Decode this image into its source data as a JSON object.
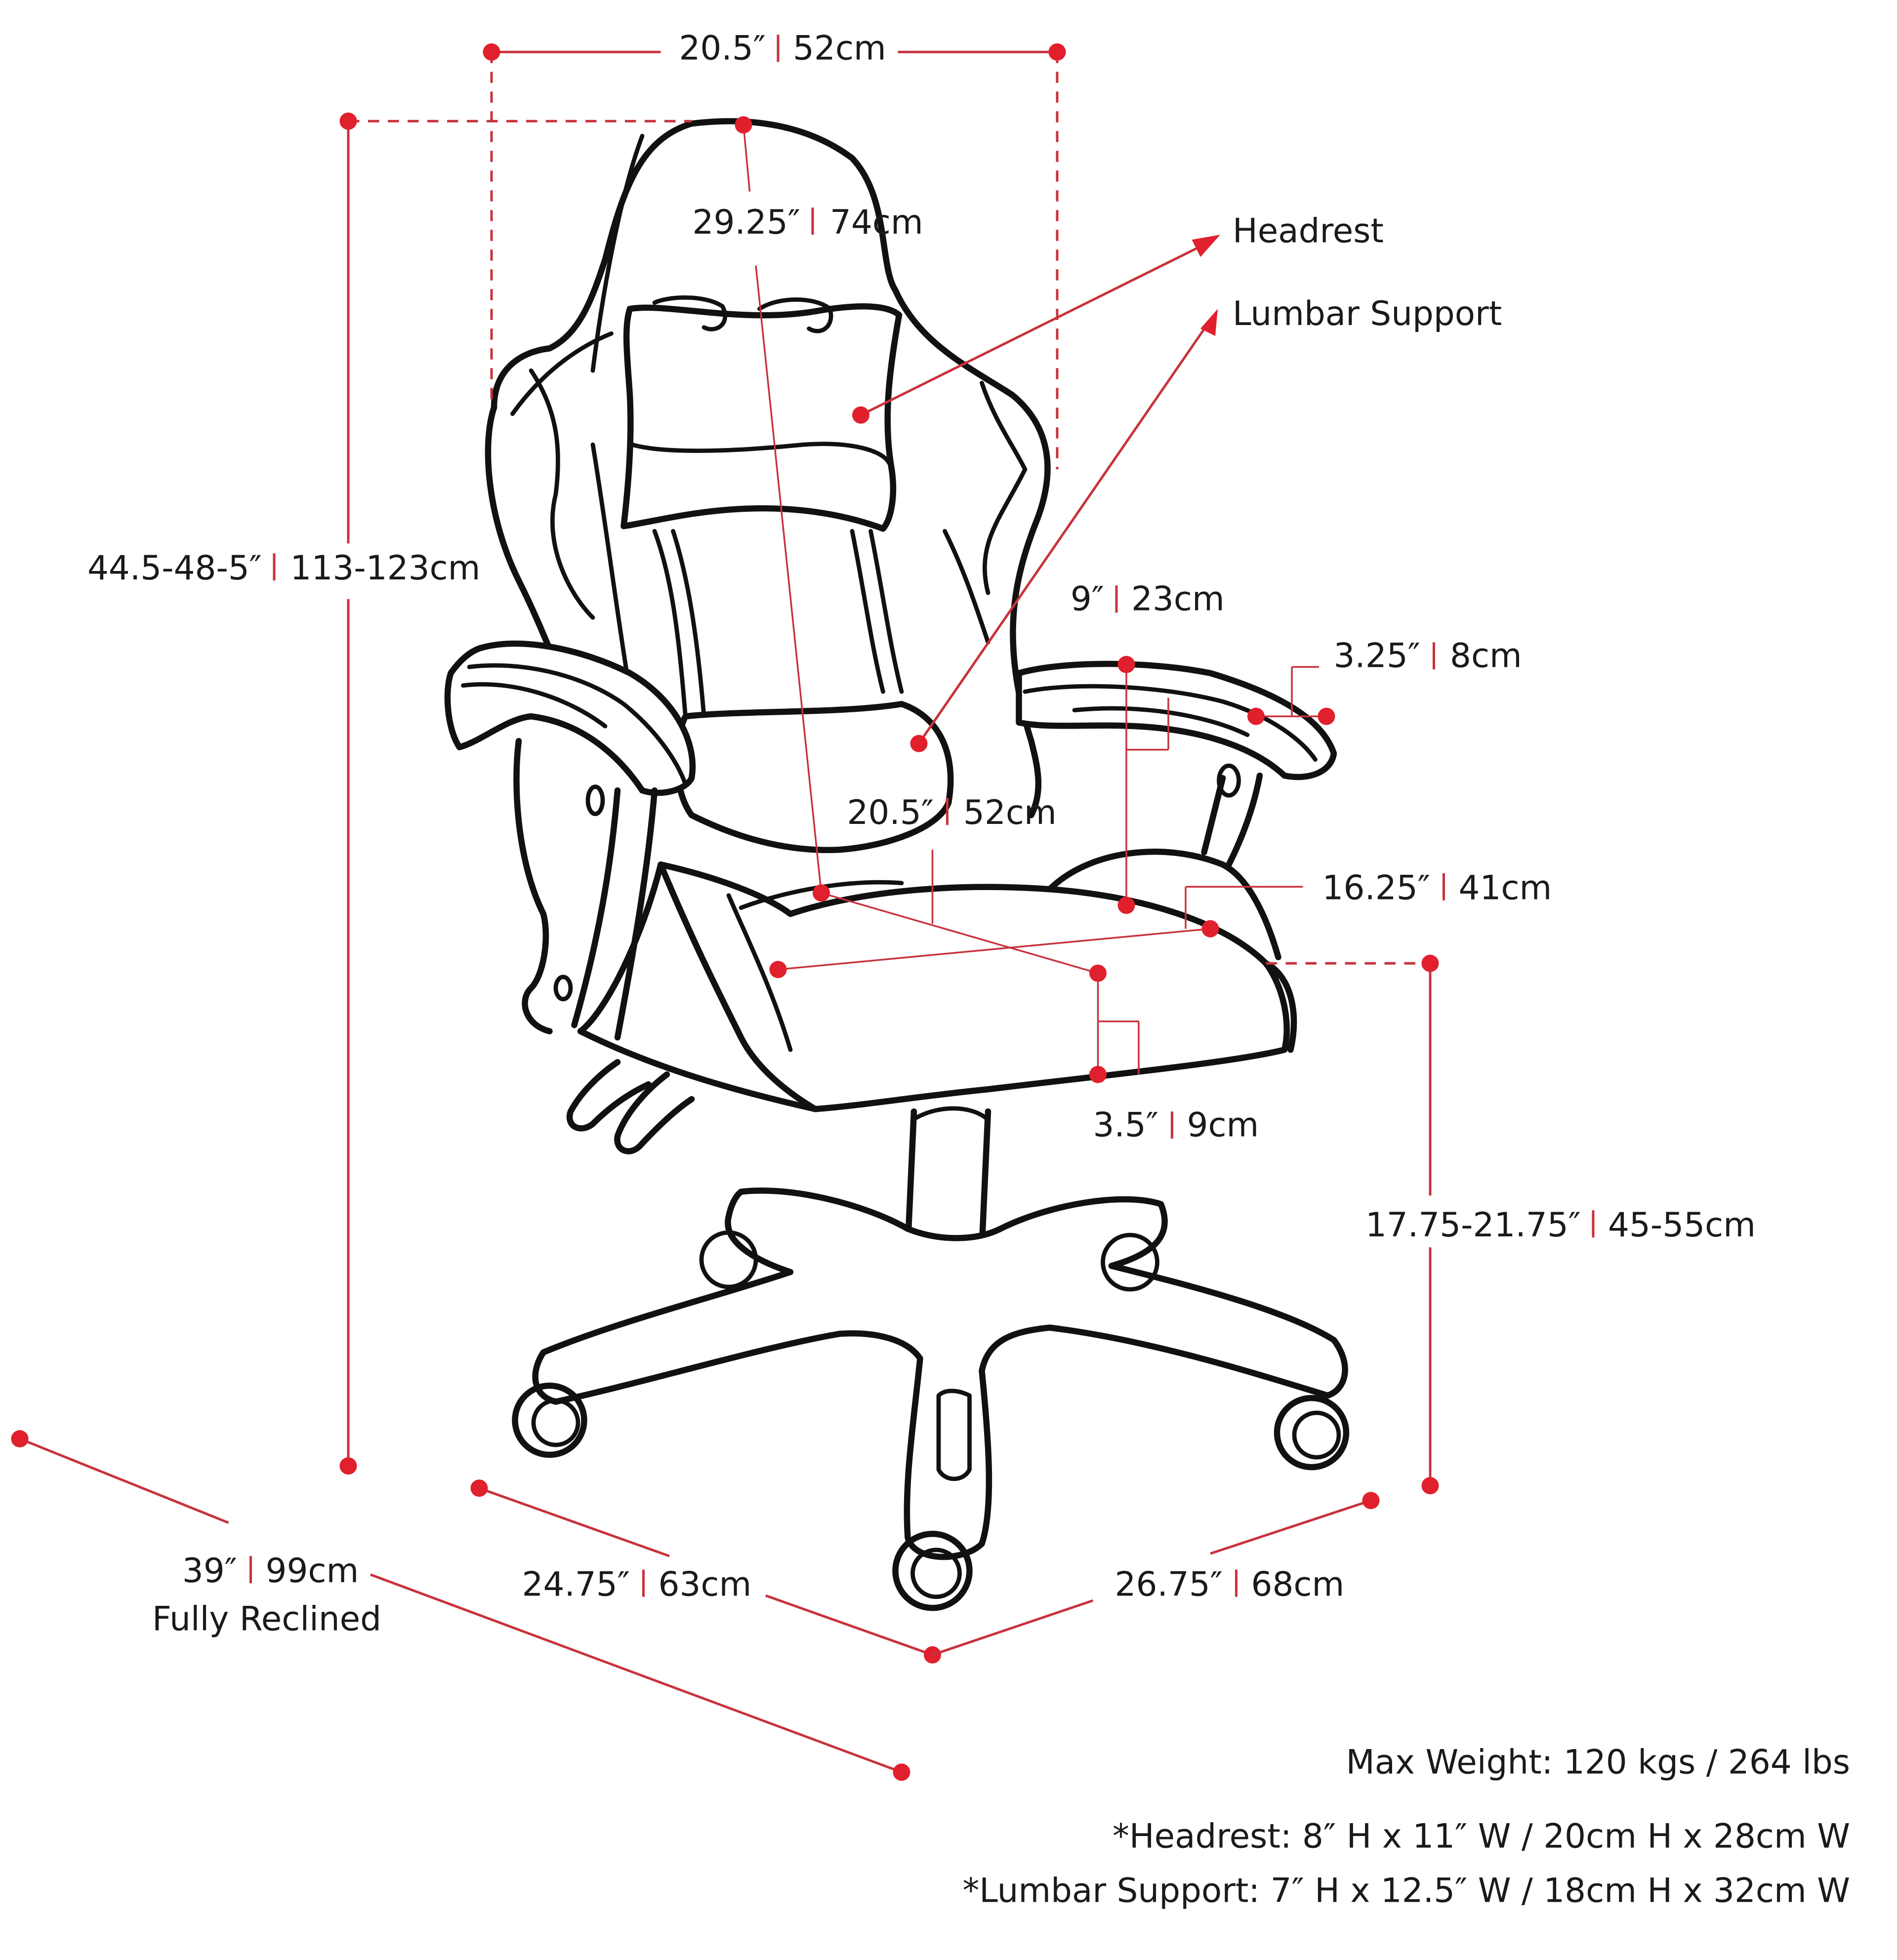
{
  "colors": {
    "accent": "#e0202c",
    "dimension_line": "#c8323c",
    "outline": "#111111",
    "text": "#1a1a1a",
    "background": "#ffffff"
  },
  "dimensions": {
    "overall_width": {
      "imperial": "20.5″",
      "metric": "52cm"
    },
    "backrest_height": {
      "imperial": "29.25″",
      "metric": "74cm"
    },
    "overall_height": {
      "imperial": "44.5-48-5″",
      "metric": "113-123cm"
    },
    "armrest_length": {
      "imperial": "9″",
      "metric": "23cm"
    },
    "armrest_width": {
      "imperial": "3.25″",
      "metric": "8cm"
    },
    "seat_width": {
      "imperial": "20.5″",
      "metric": "52cm"
    },
    "seat_depth": {
      "imperial": "16.25″",
      "metric": "41cm"
    },
    "seat_thickness": {
      "imperial": "3.5″",
      "metric": "9cm"
    },
    "seat_height": {
      "imperial": "17.75-21.75″",
      "metric": "45-55cm"
    },
    "reclined_length": {
      "imperial": "39″",
      "metric": "99cm",
      "note": "Fully Reclined"
    },
    "base_depth": {
      "imperial": "24.75″",
      "metric": "63cm"
    },
    "base_width": {
      "imperial": "26.75″",
      "metric": "68cm"
    }
  },
  "callouts": {
    "headrest": "Headrest",
    "lumbar": "Lumbar Support"
  },
  "specs": {
    "max_weight": "Max Weight: 120 kgs / 264 lbs",
    "headrest_size": "*Headrest: 8″ H x 11″ W / 20cm H x 28cm W",
    "lumbar_size": "*Lumbar Support: 7″ H x 12.5″ W / 18cm H x 32cm W"
  }
}
